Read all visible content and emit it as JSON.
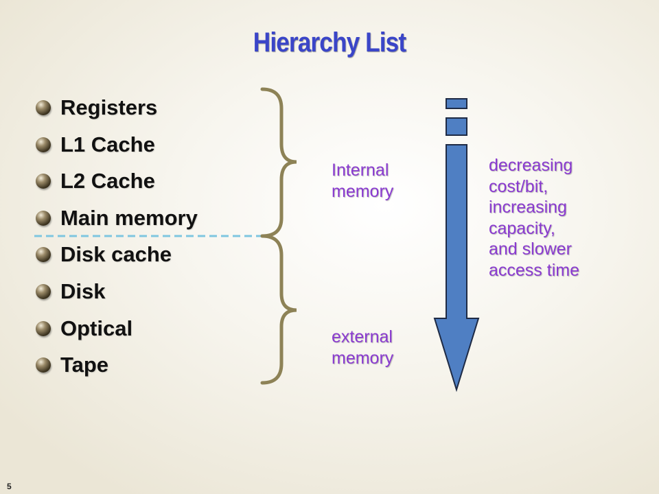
{
  "slide": {
    "title": "Hierarchy List",
    "page_number": "5"
  },
  "hierarchy": {
    "items": [
      {
        "label": "Registers"
      },
      {
        "label": "L1 Cache"
      },
      {
        "label": "L2 Cache"
      },
      {
        "label": "Main memory"
      },
      {
        "label": "Disk cache"
      },
      {
        "label": "Disk"
      },
      {
        "label": "Optical"
      },
      {
        "label": "Tape"
      }
    ]
  },
  "groups": {
    "internal": "Internal\nmemory",
    "external": "external\nmemory"
  },
  "trend": {
    "text": "decreasing\ncost/bit,\nincreasing\ncapacity,\nand slower\naccess time"
  },
  "colors": {
    "title": "#3a45c8",
    "label": "#8a3ad0",
    "arrow": "#4f7fc3",
    "brace": "#8d8256",
    "divider": "#7ec6e0"
  }
}
